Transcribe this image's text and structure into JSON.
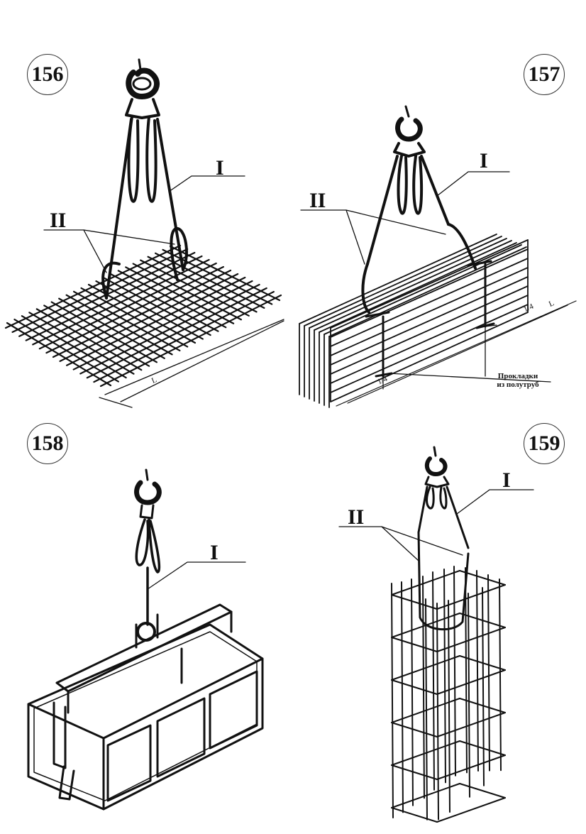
{
  "figures": [
    {
      "number": "156",
      "label_sling": "I",
      "label_grips": "II",
      "dimension": "L"
    },
    {
      "number": "157",
      "label_sling": "I",
      "label_grips": "II",
      "dimension": "L",
      "dimension_left": "1/4",
      "dimension_right": "1/4",
      "note_line1": "Прокладки",
      "note_line2": "из полутруб"
    },
    {
      "number": "158",
      "label_sling": "I"
    },
    {
      "number": "159",
      "label_sling": "I",
      "label_grips": "II"
    }
  ]
}
